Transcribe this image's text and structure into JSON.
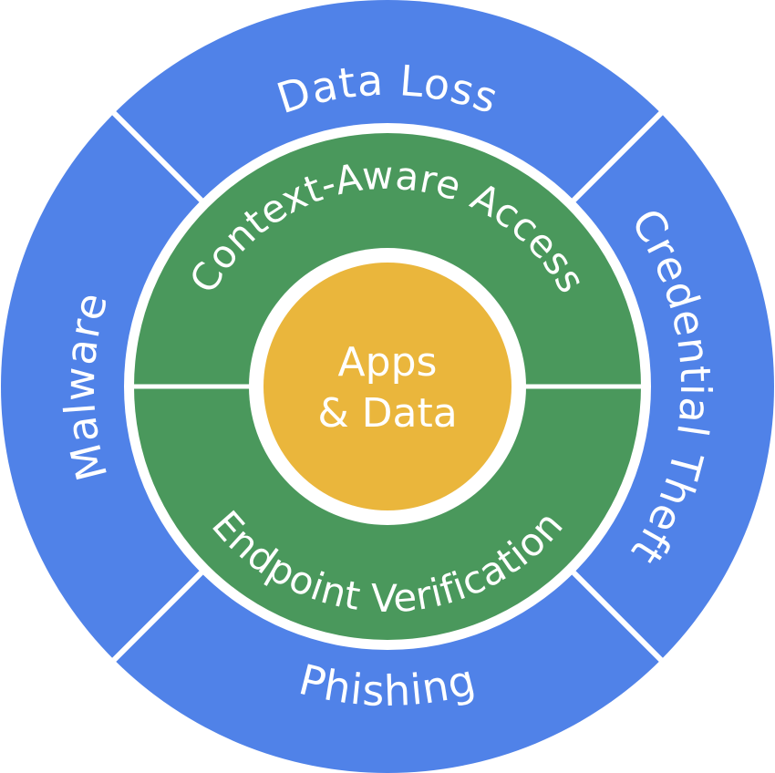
{
  "outer_ring": {
    "top": "Data Loss",
    "right": "Credential Theft",
    "bottom": "Phishing",
    "left": "Malware",
    "color": "#5082E8"
  },
  "middle_ring": {
    "top": "Context-Aware Access",
    "bottom": "Endpoint Verification",
    "color": "#4A985C"
  },
  "core": {
    "line1": "Apps",
    "line2": "& Data",
    "color": "#EAB63C"
  },
  "separator_color": "#FFFFFF"
}
